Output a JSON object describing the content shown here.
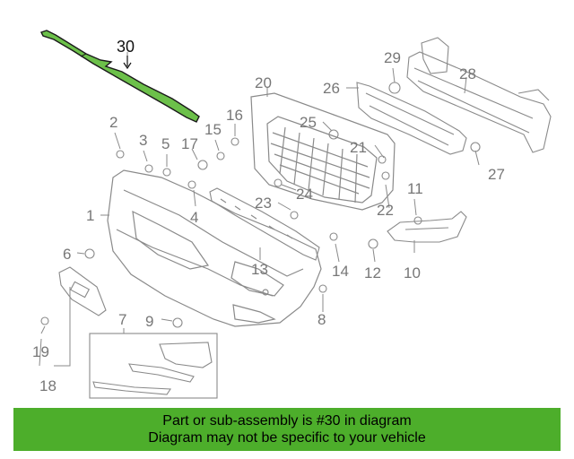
{
  "diagram": {
    "highlight_part": "30",
    "colors": {
      "line": "#8a8a8a",
      "highlight_fill": "#6cc04a",
      "highlight_stroke": "#1a1a1a",
      "banner": "#4dae2b"
    },
    "callouts": [
      "1",
      "2",
      "3",
      "4",
      "5",
      "6",
      "7",
      "8",
      "9",
      "10",
      "11",
      "12",
      "13",
      "14",
      "15",
      "16",
      "17",
      "18",
      "19",
      "20",
      "21",
      "22",
      "23",
      "24",
      "25",
      "26",
      "27",
      "28",
      "29",
      "30"
    ]
  },
  "banner": {
    "line1": "Part or sub-assembly is #30 in diagram",
    "line2": "Diagram may not be specific to your vehicle"
  }
}
